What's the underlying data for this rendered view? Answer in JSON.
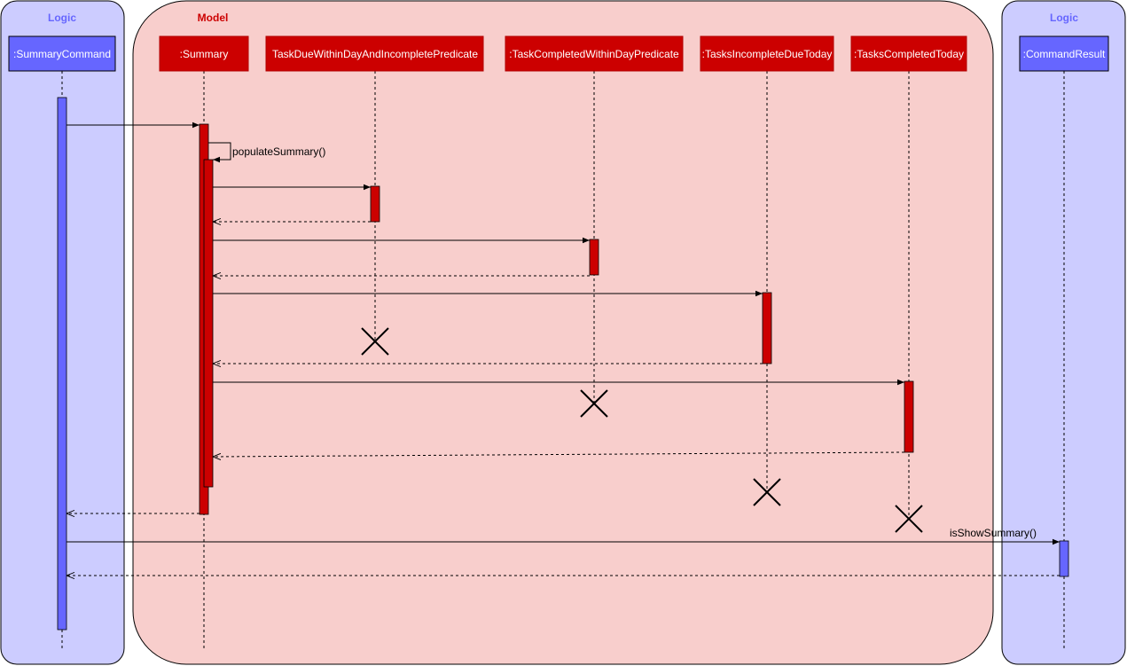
{
  "colors": {
    "logic_frame_fill": "#ccccff",
    "logic_frame_title": "#6666ff",
    "logic_box_fill": "#6666ff",
    "model_frame_fill": "#f8cecc",
    "model_frame_title": "#cc0000",
    "model_box_fill": "#cc0000",
    "model_box_border": "#b20000"
  },
  "frames": {
    "logic_left": {
      "title": "Logic"
    },
    "model": {
      "title": "Model"
    },
    "logic_right": {
      "title": "Logic"
    }
  },
  "participants": {
    "summary_command": ":SummaryCommand",
    "summary": ":Summary",
    "task_due_within_day_predicate": "TaskDueWithinDayAndIncompletePredicate",
    "task_completed_within_day_predicate": ":TaskCompletedWithinDayPredicate",
    "tasks_incomplete_due_today": ":TasksIncompleteDueToday",
    "tasks_completed_today": ":TasksCompletedToday",
    "command_result": ":CommandResult"
  },
  "messages": {
    "populate_summary": "populateSummary()",
    "is_show_summary": "isShowSummary()"
  }
}
